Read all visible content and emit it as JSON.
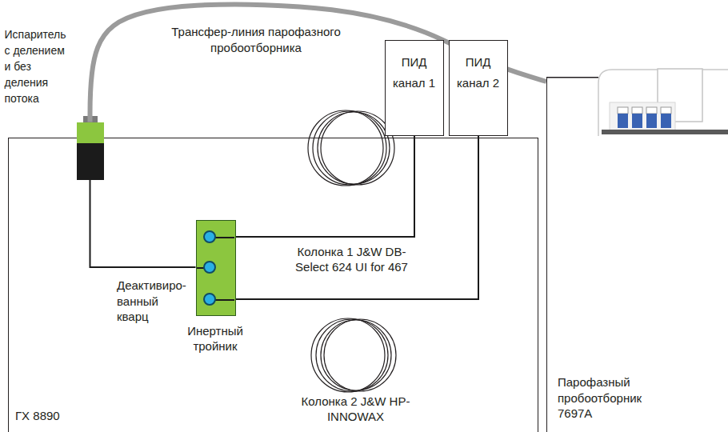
{
  "diagram": {
    "nodes": [
      {
        "text": [
          "ГХ 8890"
        ]
      },
      {
        "text": [
          "Испаритель с делением и без деления потока"
        ],
        "in": 0
      },
      {
        "text": [
          "ПИД канал 1"
        ]
      },
      {
        "text": [
          "ПИД канал 2"
        ]
      },
      {
        "text": [
          "Инертный тройник"
        ],
        "in": 0
      },
      {
        "text": [
          "Колонка 1 J&W DB-Select 624 UI for 467"
        ],
        "in": 0
      },
      {
        "text": [
          "Колонка 2 J&W HP-INNOWAX"
        ],
        "in": 0
      },
      {
        "text": [
          "Парофазный пробоотборник 7697A"
        ]
      }
    ],
    "edges": [
      {
        "from": 1,
        "to": 7,
        "arrow": "none"
      },
      {
        "from": 1,
        "to": 4,
        "arrow": "none"
      },
      {
        "from": 4,
        "to": 2,
        "arrow": "none"
      },
      {
        "from": 4,
        "to": 3,
        "arrow": "none"
      }
    ],
    "labels": [
      "Трансфер-линия парофазного пробоотборника",
      "Деактивиро- ванный кварц"
    ]
  }
}
